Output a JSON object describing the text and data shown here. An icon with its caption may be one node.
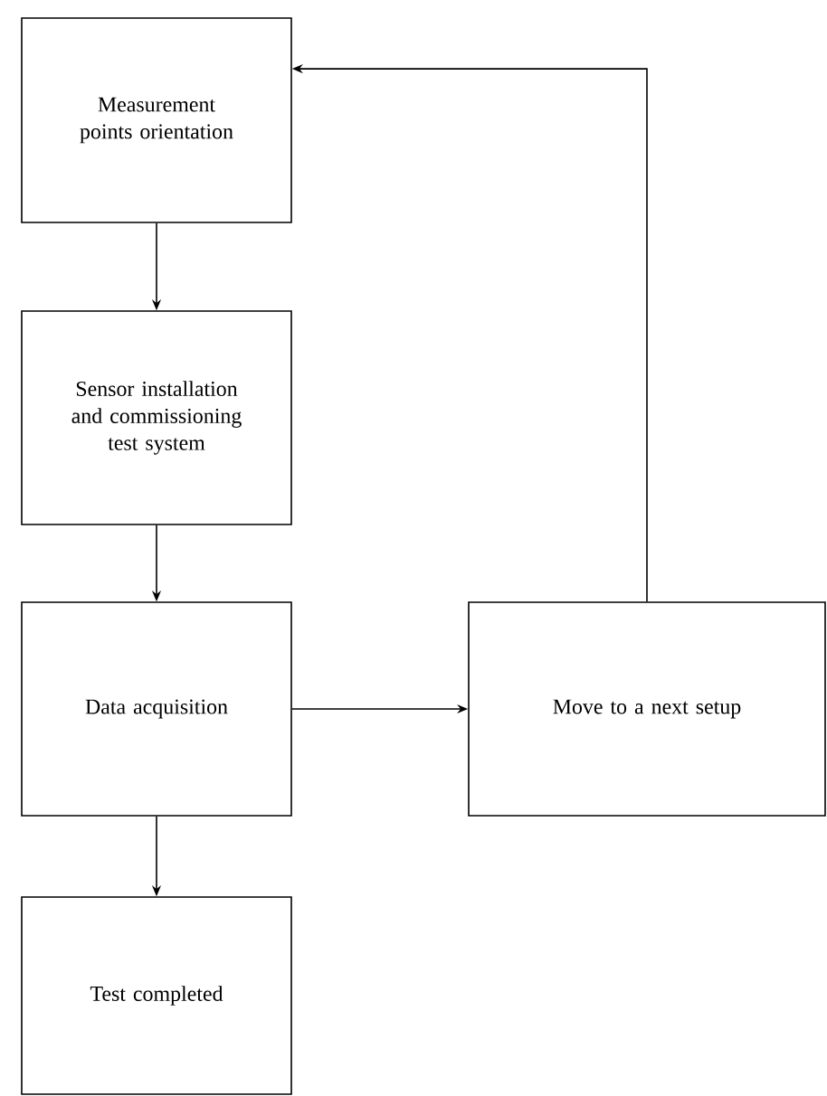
{
  "diagram": {
    "nodes": [
      {
        "text": [
          "Measurement points orientation"
        ]
      },
      {
        "text": [
          "Sensor installation and commissioning test system"
        ]
      },
      {
        "text": [
          "Data acquisition"
        ]
      },
      {
        "text": [
          "Move to a next setup"
        ]
      },
      {
        "text": [
          "Test completed"
        ]
      }
    ],
    "edges": [
      {
        "from": 0,
        "to": 1,
        "arrow": "to"
      },
      {
        "from": 1,
        "to": 2,
        "arrow": "to"
      },
      {
        "from": 2,
        "to": 3,
        "arrow": "to"
      },
      {
        "from": 3,
        "to": 0,
        "arrow": "to"
      },
      {
        "from": 2,
        "to": 4,
        "arrow": "to"
      }
    ]
  }
}
